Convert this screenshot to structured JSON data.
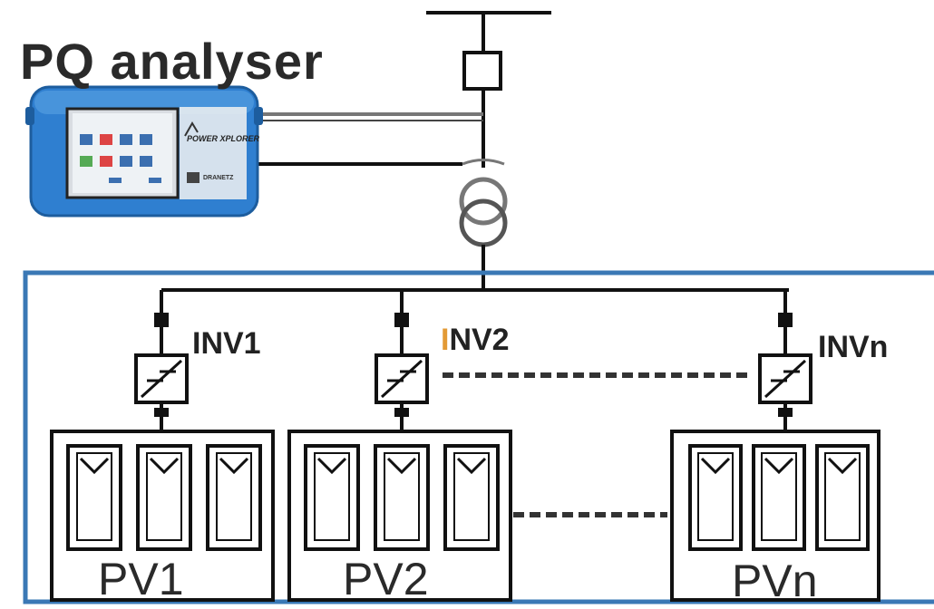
{
  "title": "PQ analyser",
  "inverters": [
    {
      "label_rest": "NV1",
      "label_first": "I"
    },
    {
      "label_rest": "NV2",
      "label_first": "I"
    },
    {
      "label_rest": "NVn",
      "label_first": "I"
    }
  ],
  "pv_arrays": [
    {
      "label": "PV1"
    },
    {
      "label": "PV2"
    },
    {
      "label": "PVn"
    }
  ],
  "device": {
    "brand": "POWER XPLORER",
    "maker": "DRANETZ"
  },
  "colors": {
    "frame_border": "#3a78b5",
    "device_body": "#2f7fd0",
    "line": "#111111",
    "accent": "#e39a35"
  },
  "icons": [
    "breaker-icon",
    "transformer-icon",
    "inverter-icon",
    "pv-panel-icon",
    "pq-analyser-device-icon"
  ]
}
